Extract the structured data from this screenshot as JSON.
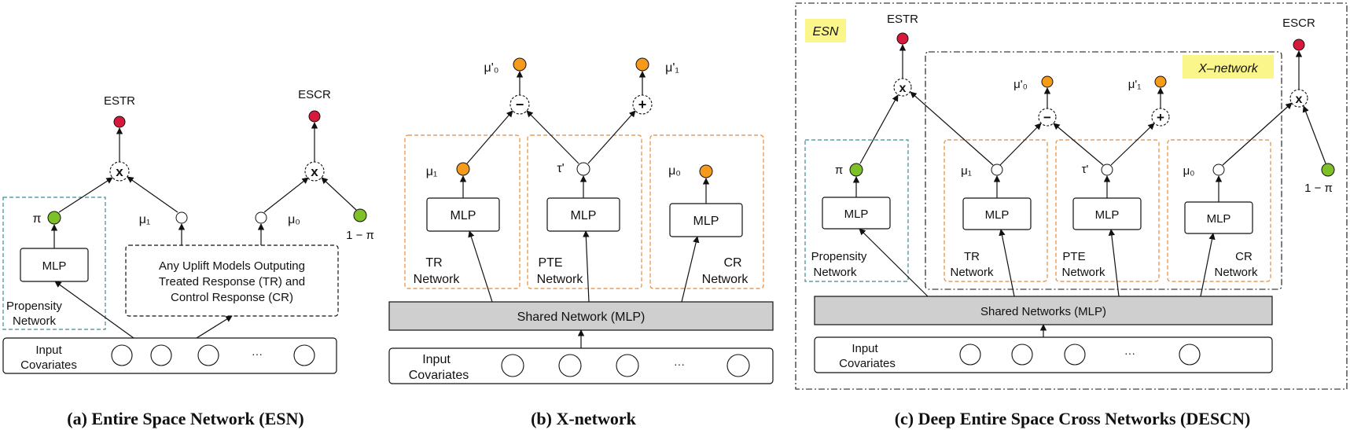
{
  "colors": {
    "red_node": "#d7193c",
    "orange_node": "#f59a1a",
    "green_node": "#7dc027",
    "teal_border": "#3a8c96",
    "orange_border": "#e48b3a",
    "shared_fill": "#cfcfcf",
    "yellow_tag": "#fbf68a"
  },
  "a": {
    "caption": "(a) Entire Space Network (ESN)",
    "estr": "ESTR",
    "escr": "ESCR",
    "pi": "π",
    "mu1": "μ₁",
    "mu0": "μ₀",
    "one_minus_pi": "1 − π",
    "mlp": "MLP",
    "propensity_l1": "Propensity",
    "propensity_l2": "Network",
    "uplift_l1": "Any Uplift Models Outputing",
    "uplift_l2": "Treated Response (TR) and",
    "uplift_l3": "Control Response (CR)",
    "input_l1": "Input",
    "input_l2": "Covariates",
    "dots": "···",
    "mul": "x"
  },
  "b": {
    "caption": "(b) X-network",
    "mu0p": "μ'₀",
    "mu1p": "μ'₁",
    "minus": "−",
    "plus": "+",
    "mu1": "μ₁",
    "tau": "τ'",
    "mu0": "μ₀",
    "mlp": "MLP",
    "tr_l1": "TR",
    "tr_l2": "Network",
    "pte_l1": "PTE",
    "pte_l2": "Network",
    "cr_l1": "CR",
    "cr_l2": "Network",
    "shared": "Shared Network (MLP)",
    "input_l1": "Input",
    "input_l2": "Covariates",
    "dots": "···"
  },
  "c": {
    "caption": "(c) Deep Entire Space Cross Networks (DESCN)",
    "esn_tag": "ESN",
    "xnet_tag": "X–network",
    "estr": "ESTR",
    "escr": "ESCR",
    "pi": "π",
    "one_minus_pi": "1 − π",
    "mu0p": "μ'₀",
    "mu1p": "μ'₁",
    "mu1": "μ₁",
    "tau": "τ'",
    "mu0": "μ₀",
    "mlp": "MLP",
    "propensity_l1": "Propensity",
    "propensity_l2": "Network",
    "tr_l1": "TR",
    "tr_l2": "Network",
    "pte_l1": "PTE",
    "pte_l2": "Network",
    "cr_l1": "CR",
    "cr_l2": "Network",
    "shared": "Shared Networks (MLP)",
    "input_l1": "Input",
    "input_l2": "Covariates",
    "dots": "···",
    "mul": "x",
    "minus": "−",
    "plus": "+"
  }
}
